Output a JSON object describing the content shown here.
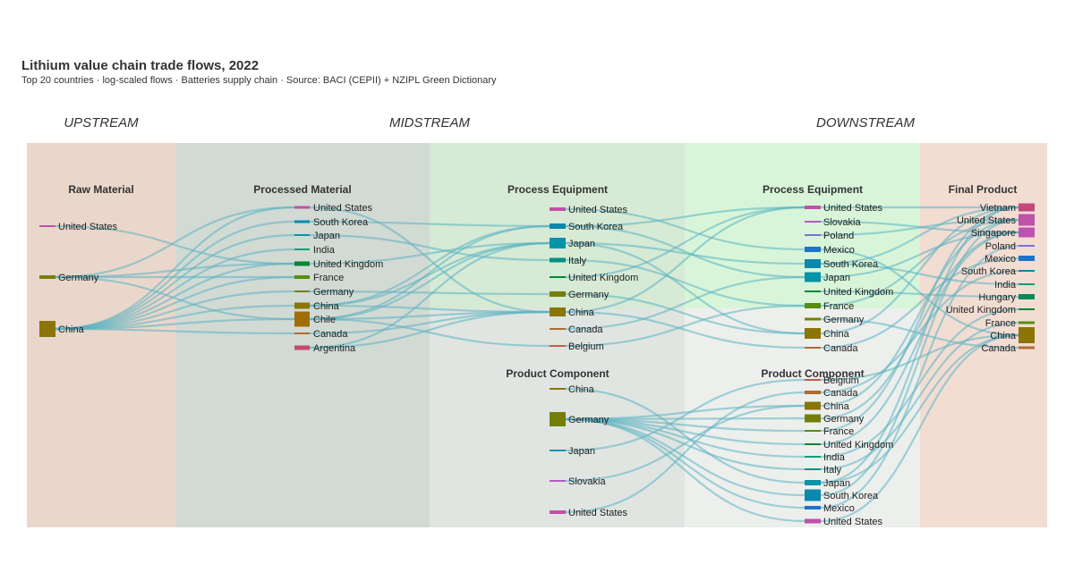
{
  "chart": {
    "title": "Lithium value chain trade flows, 2022",
    "subtitle": "Top 20 countries · log-scaled flows · Batteries supply chain · Source: BACI (CEPII) + NZIPL Green Dictionary"
  },
  "streams": [
    "UPSTREAM",
    "MIDSTREAM",
    "DOWNSTREAM"
  ],
  "stages": [
    "Raw Material",
    "Processed Material",
    "Process Equipment",
    "Process Equipment",
    "Product Component",
    "Product Component",
    "Final Product"
  ],
  "colors": {
    "link": "#5bb3c1",
    "bands": [
      "#ead7cc",
      "#d2dad4",
      "#d6ead6",
      "#d8f5da",
      "#e0e5e2",
      "#edefed",
      "#f2ddd3"
    ],
    "United States": "#c051a8",
    "Germany": "#757f08",
    "China": "#8b7505",
    "South Korea": "#0a88b0",
    "Japan": "#0494a8",
    "India": "#079e78",
    "United Kingdom": "#068633",
    "France": "#578e0c",
    "Chile": "#a06e05",
    "Canada": "#b06a30",
    "Argentina": "#c44a6d",
    "Italy": "#069080",
    "Belgium": "#c85a4e",
    "Slovakia": "#b65ac0",
    "Poland": "#7a70d6",
    "Mexico": "#1f72c8",
    "Vietnam": "#c4487c",
    "Singapore": "#be52b0",
    "Hungary": "#068a56"
  },
  "nodes": {
    "raw": [
      "United States",
      "Germany",
      "China"
    ],
    "processed": [
      "United States",
      "South Korea",
      "Japan",
      "India",
      "United Kingdom",
      "France",
      "Germany",
      "China",
      "Chile",
      "Canada",
      "Argentina"
    ],
    "mid_equipment": [
      "United States",
      "South Korea",
      "Japan",
      "Italy",
      "United Kingdom",
      "Germany",
      "China",
      "Canada",
      "Belgium"
    ],
    "mid_component": [
      "China",
      "Germany",
      "Japan",
      "Slovakia",
      "United States"
    ],
    "down_equipment": [
      "United States",
      "Slovakia",
      "Poland",
      "Mexico",
      "South Korea",
      "Japan",
      "United Kingdom",
      "France",
      "Germany",
      "China",
      "Canada"
    ],
    "down_component": [
      "Belgium",
      "Canada",
      "China",
      "Germany",
      "France",
      "United Kingdom",
      "India",
      "Italy",
      "Japan",
      "South Korea",
      "Mexico",
      "United States"
    ],
    "final": [
      "Vietnam",
      "United States",
      "Singapore",
      "Poland",
      "Mexico",
      "South Korea",
      "India",
      "Hungary",
      "United Kingdom",
      "France",
      "China",
      "Canada"
    ]
  }
}
